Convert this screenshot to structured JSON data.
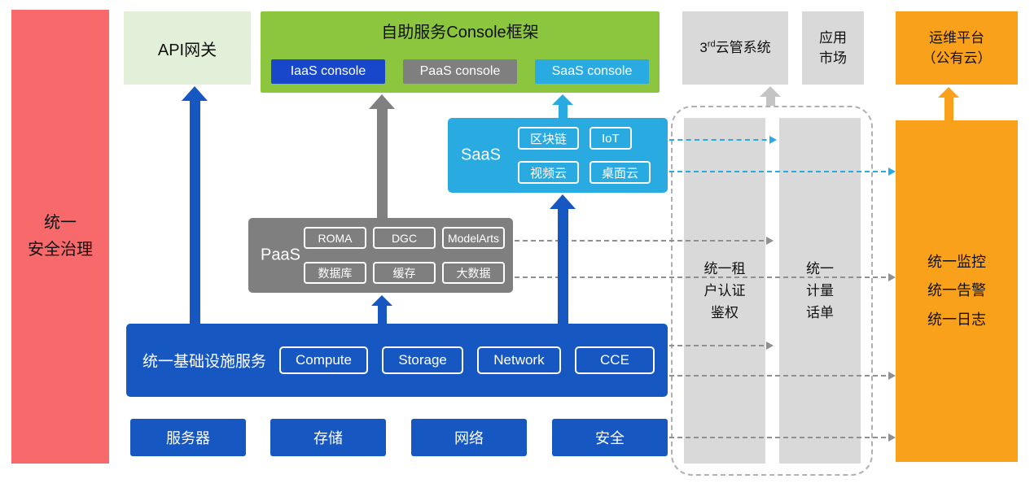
{
  "security_bar": {
    "label": "统一\n安全治理"
  },
  "api_gateway": {
    "label": "API网关"
  },
  "console_framework": {
    "title": "自助服务Console框架",
    "iaas_console": "IaaS console",
    "paas_console": "PaaS console",
    "saas_console": "SaaS console"
  },
  "third_party": {
    "prefix": "3",
    "sup": "rd",
    "suffix": "云管系统"
  },
  "app_market": {
    "label": "应用\n市场"
  },
  "ops_platform": {
    "label": "运维平台\n（公有云）"
  },
  "saas_box": {
    "label": "SaaS",
    "items": [
      "区块链",
      "IoT",
      "视频云",
      "桌面云"
    ]
  },
  "paas_box": {
    "label": "PaaS",
    "items": [
      "ROMA",
      "DGC",
      "ModelArts",
      "数据库",
      "缓存",
      "大数据"
    ]
  },
  "infra_box": {
    "label": "统一基础设施服务",
    "items": [
      "Compute",
      "Storage",
      "Network",
      "CCE"
    ]
  },
  "bottom_boxes": [
    "服务器",
    "存储",
    "网络",
    "安全"
  ],
  "auth_bar": {
    "label": "统一租\n户认证\n鉴权"
  },
  "metering_bar": {
    "label": "统一\n计量\n话单"
  },
  "monitoring_bar": {
    "label": "统一监控\n统一告警\n统一日志"
  },
  "colors": {
    "red": "#F8696B",
    "light_green": "#E2EFD9",
    "green": "#8CC63F",
    "blue": "#1757C2",
    "iaas_blue": "#1847CB",
    "gray": "#7F7F7F",
    "light_gray": "#D9D9D9",
    "cyan": "#29ABE2",
    "orange": "#F9A11B"
  }
}
